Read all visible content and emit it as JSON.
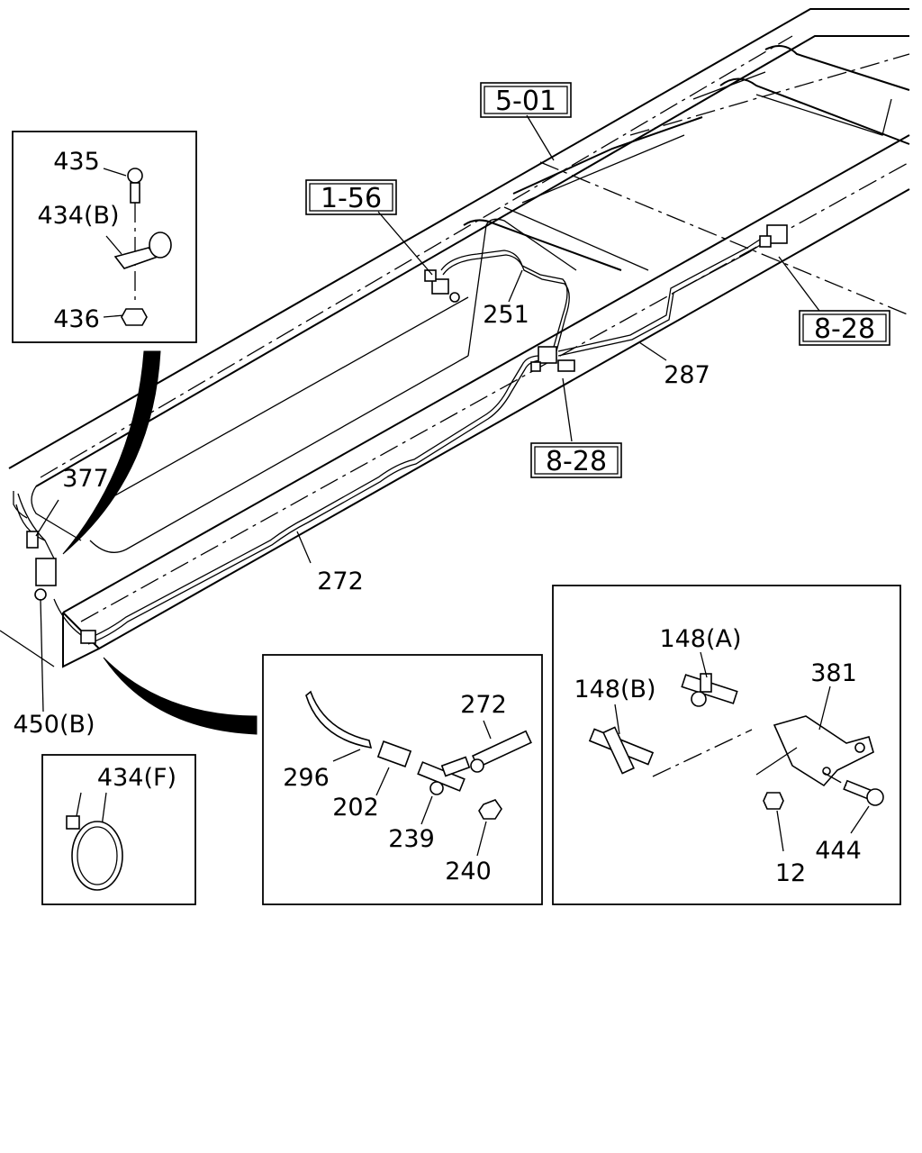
{
  "reference_boxes": {
    "ref_5_01": "5-01",
    "ref_1_56": "1-56",
    "ref_8_28_right": "8-28",
    "ref_8_28_center": "8-28"
  },
  "callouts": {
    "c435": "435",
    "c434b": "434(B)",
    "c436": "436",
    "c377": "377",
    "c251": "251",
    "c287": "287",
    "c272_main": "272",
    "c450b": "450(B)",
    "c434f": "434(F)",
    "c296": "296",
    "c202": "202",
    "c239": "239",
    "c240": "240",
    "c272_detail": "272",
    "c148a": "148(A)",
    "c148b": "148(B)",
    "c381": "381",
    "c444": "444",
    "c12": "12"
  }
}
